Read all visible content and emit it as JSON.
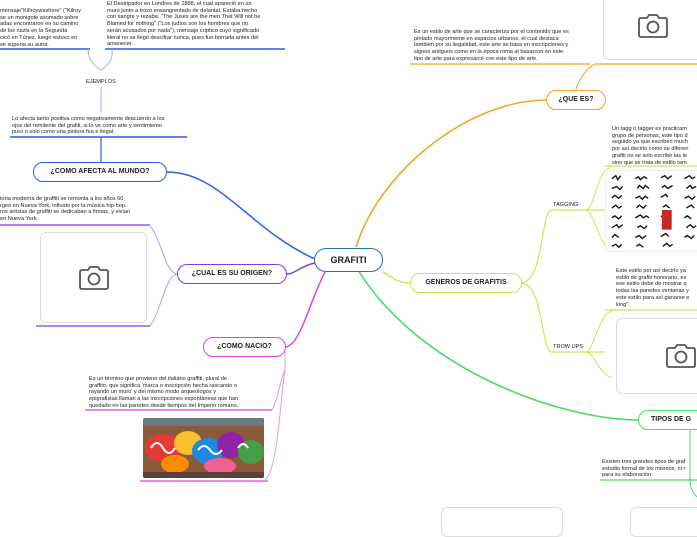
{
  "central": {
    "label": "GRAFITI"
  },
  "nodes": {
    "que_es": "¿QUE ES?",
    "generos": "GENEROS DE GRAFITIS",
    "tipos": "TIPOS DE G",
    "afecta": "¿COMO AFECTA AL MUNDO?",
    "origen": "¿CUAL ES SU ORIGEN?",
    "nacio": "¿COMO NACIO?"
  },
  "labels": {
    "ejemplos": "EJEMPLOS",
    "tagging": "TAGGING",
    "trow_ups": "TROW UPS"
  },
  "texts": {
    "top_left": "mensaje\"Killroywashere\" (\"Kilroy\nse un monigote asomado sobre\nadas encontraron en su camino\nde los nazis en la Segunda\ncicó en Túnez, luego estuvo en\nse superia su autor.",
    "top_mid": "El Destripador en Londres de 1888, el cual apareció en un\nmuro junto a trozo ensangrentado de delantal. Estaba hecho\ncon sangre y rezaba: \"The Juses are the men That Will not be\nBlamed for nothing\" (\"Los judíos son los hombres que no\nserán acusados por nada\"), mensaje críptico cuyo significado\nliteral no se llegó descifrar nunca, pues fue borrada antes del\namanecer.",
    "que_es": "Es un estilo de arte que se caracteriza por el contenido que es\npintado mayormente en espacios urbanos, el cual destaca\ntambien por su ilegalidad, este arte se basa en inscripciones y\nsignos antiguos como en la época roma al basarcon en este\ntipo de arte para expresarcé con este tipo de arte.",
    "afecta": "Lo afecta tanto positiva como negativamente deacuerdo a los\nojos del remitente del grafiti, si lo ve como arte y sentimiento\npuro o solo como una pintura fea e ilegal.",
    "origen": "toria moderna de graffiti se remonta a los años 60\nrgeó en Nueva York, influido por la música hip-hop.\nros artistas de graffiti se dedicaban a firmas, y vivían\nen Nueva York.",
    "nacio": "Es un término que proviene del italiano graffiti, plural de\ngraffito, que significa 'marca o inscripción hecha rascando o\nrayando un muro' y del mismo modo arqueólogos y\nepigrafistas llaman a las inscripciones espontáneas que han\nquedado en las paredes desde tiempos del Imperio romano.",
    "tagging": "Un tagg o tagger es practicam\ngrupo de personas, este tipo d\nseguido ya que escriben much\npor así decirlo como se diferen\ngrafiti no se solo escribir las le\nsino que se trata de estilo tam",
    "trow_ups": "Este estilo por así decirlo ya\nestilo de grafiti honorario, es\nese estilo debe de mostrar q\ntodas las paredes ventanas y\neste estilo para así ganarse e\nking\".",
    "tipos": "Existen tres grandes tipos de graf\nestudio formal de los mismos, ni r\npara su elaboración"
  },
  "icons": {
    "photo": "camera-icon"
  },
  "colors": {
    "central_border": "#2f6ea5",
    "que_es": "#f5a623",
    "generos": "#d4e157",
    "tipos": "#4cd964",
    "afecta": "#2b5ce6",
    "origen": "#7b3fe4",
    "nacio": "#d946d9",
    "ejemplos": "#2b5ce6"
  }
}
